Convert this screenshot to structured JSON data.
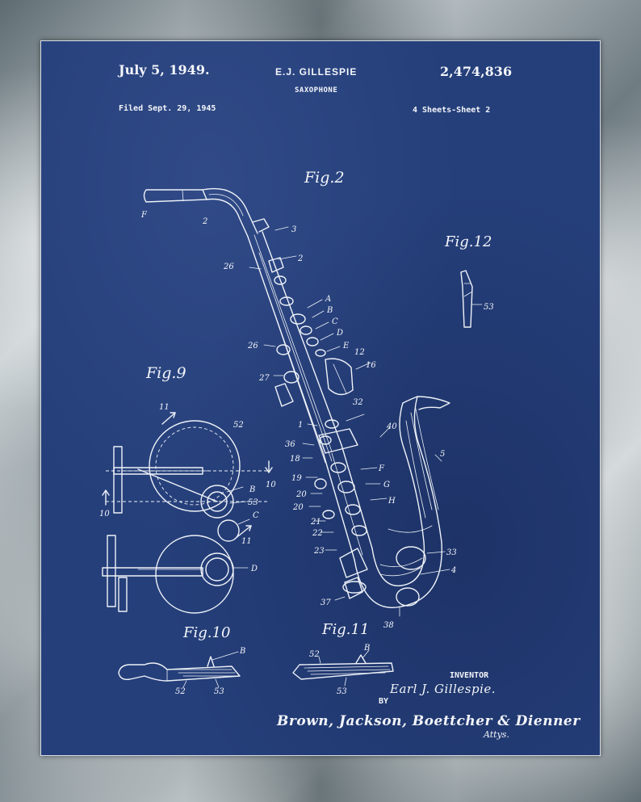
{
  "header": {
    "date": "July 5, 1949.",
    "inventor": "E.J. GILLESPIE",
    "patent_number": "2,474,836",
    "subject": "SAXOPHONE",
    "filed": "Filed Sept. 29, 1945",
    "sheets": "4 Sheets-Sheet 2"
  },
  "figures": {
    "fig2": "Fig.2",
    "fig9": "Fig.9",
    "fig10": "Fig.10",
    "fig11": "Fig.11",
    "fig12": "Fig.12"
  },
  "reference_numerals": {
    "r_f": "F",
    "r_2a": "2",
    "r_3": "3",
    "r_2b": "2",
    "r_26a": "26",
    "r_A": "A",
    "r_B": "B",
    "r_C": "C",
    "r_D": "D",
    "r_E": "E",
    "r_26b": "26",
    "r_27": "27",
    "r_12": "12",
    "r_16": "16",
    "r_32": "32",
    "r_1": "1",
    "r_40": "40",
    "r_5": "5",
    "r_36": "36",
    "r_18": "18",
    "r_19": "19",
    "r_20a": "20",
    "r_20b": "20",
    "r_21": "21",
    "r_F2": "F",
    "r_G": "G",
    "r_H": "H",
    "r_22": "22",
    "r_23": "23",
    "r_33": "33",
    "r_4": "4",
    "r_37": "37",
    "r_38": "38",
    "r_53_fig12": "53",
    "r_11a": "11",
    "r_52_fig9": "52",
    "r_10a": "10",
    "r_10b": "10",
    "r_B_fig9": "B",
    "r_53_fig9": "53",
    "r_C_fig9": "C",
    "r_11b": "11",
    "r_D_fig9": "D",
    "r_B_fig10": "B",
    "r_52_fig10": "52",
    "r_53_fig10": "53",
    "r_52_fig11": "52",
    "r_B_fig11": "B",
    "r_53_fig11": "53"
  },
  "signature_block": {
    "inventor_caption": "INVENTOR",
    "inventor_signature": "Earl J. Gillespie.",
    "by": "BY",
    "attorneys": "Brown, Jackson, Boettcher & Dienner",
    "attys_label": "Attys."
  },
  "colors": {
    "blueprint_background": "#253f7a",
    "line_color": "#eef2f8",
    "frame_background": "#9aa2a6"
  }
}
